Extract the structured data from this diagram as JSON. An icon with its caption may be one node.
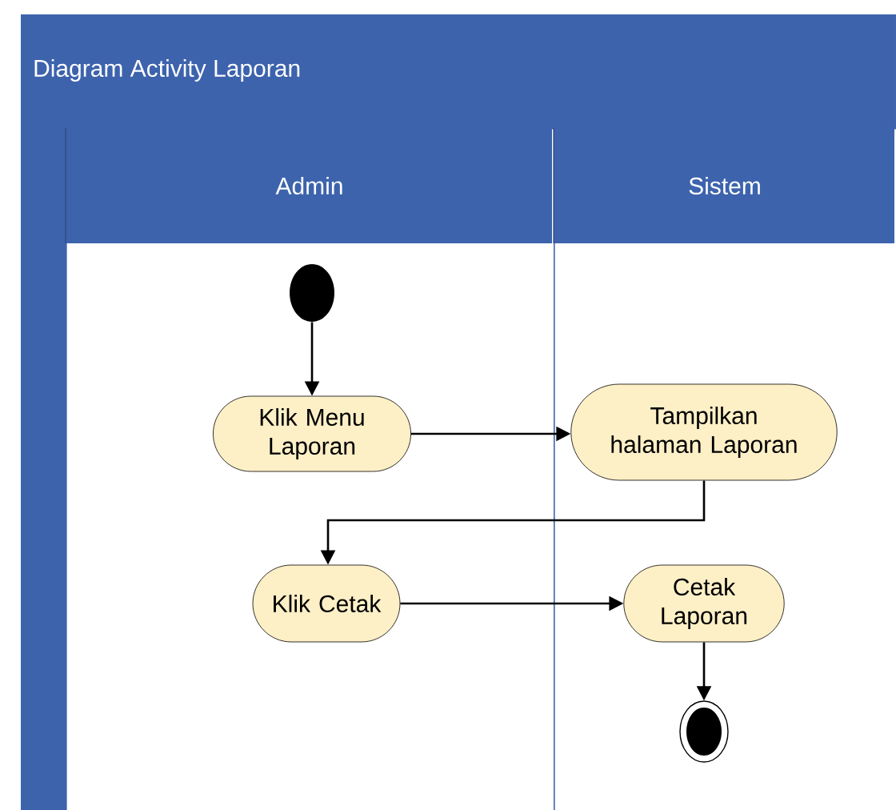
{
  "diagram": {
    "title": "Diagram Activity Laporan",
    "nodes": [
      {
        "text": [
          "Admin"
        ]
      },
      {
        "text": [
          "Sistem"
        ]
      },
      {
        "text": [],
        "shape": "circle",
        "in": 0
      },
      {
        "text": [
          "Klik Menu Laporan"
        ],
        "in": 0
      },
      {
        "text": [
          "Tampilkan halaman Laporan"
        ],
        "in": 1
      },
      {
        "text": [
          "Klik Cetak"
        ],
        "in": 0
      },
      {
        "text": [
          "Cetak Laporan"
        ],
        "in": 1
      },
      {
        "text": [],
        "shape": "circle",
        "in": 1
      }
    ],
    "edges": [
      {
        "from": 2,
        "to": 3,
        "arrow": "to"
      },
      {
        "from": 3,
        "to": 4,
        "arrow": "to"
      },
      {
        "from": 4,
        "to": 5,
        "arrow": "to"
      },
      {
        "from": 5,
        "to": 6,
        "arrow": "to"
      },
      {
        "from": 6,
        "to": 7,
        "arrow": "to"
      }
    ]
  }
}
